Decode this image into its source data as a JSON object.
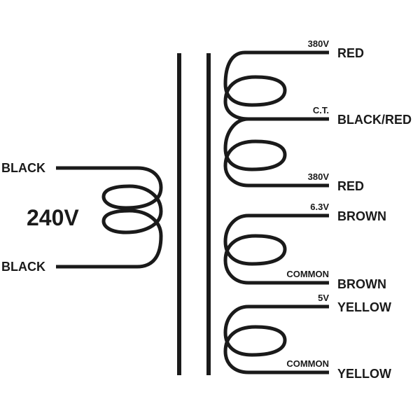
{
  "primary": {
    "voltage": "240V",
    "top_lead": "BLACK",
    "bottom_lead": "BLACK"
  },
  "secondary_hv": {
    "top_tap": "380V",
    "top_lead": "RED",
    "center_tap": "C.T.",
    "center_lead": "BLACK/RED",
    "bottom_tap": "380V",
    "bottom_lead": "RED"
  },
  "heater_6v3": {
    "top_tap": "6.3V",
    "top_lead": "BROWN",
    "bottom_tap": "COMMON",
    "bottom_lead": "BROWN"
  },
  "heater_5v": {
    "top_tap": "5V",
    "top_lead": "YELLOW",
    "bottom_tap": "COMMON",
    "bottom_lead": "YELLOW"
  },
  "colors": {
    "ink": "#1a1a1a",
    "background": "#ffffff"
  }
}
